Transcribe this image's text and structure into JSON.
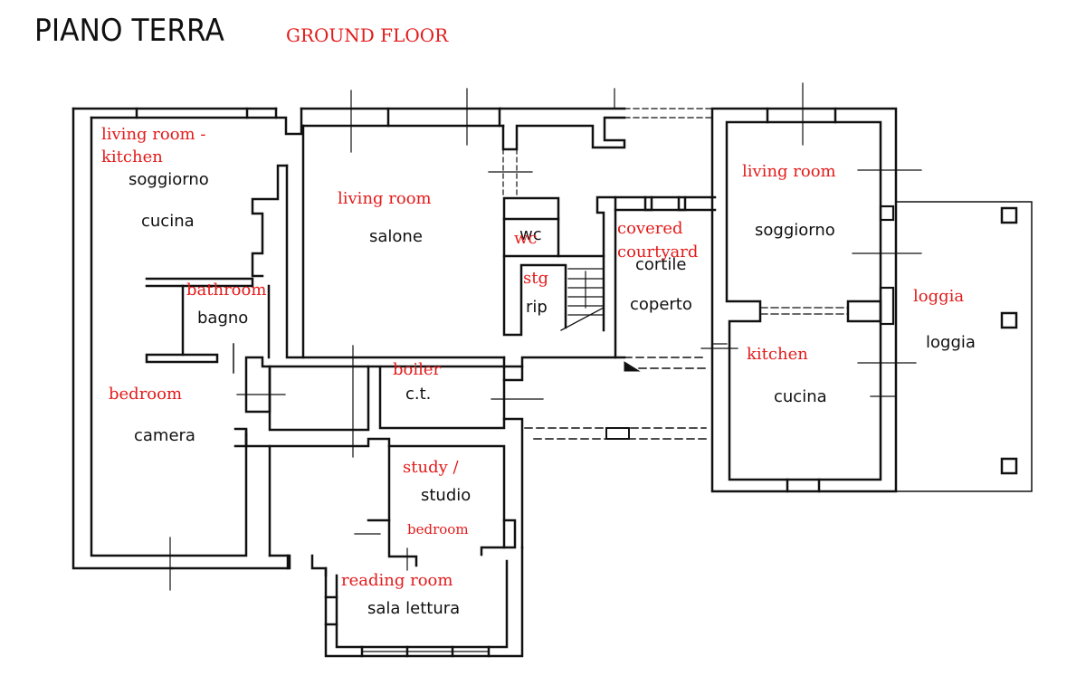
{
  "header": {
    "title": "PIANO TERRA",
    "subtitle": "GROUND FLOOR"
  },
  "colors": {
    "wall": "#111111",
    "italian_label": "#111111",
    "english_label": "#e31b1b",
    "background": "#ffffff"
  },
  "rooms": [
    {
      "id": "soggiorno-cucina",
      "italian": [
        "soggiorno",
        "cucina"
      ],
      "english": [
        "living room -",
        "kitchen"
      ]
    },
    {
      "id": "bagno",
      "italian": "bagno",
      "english": "bathroom"
    },
    {
      "id": "camera",
      "italian": "camera",
      "english": "bedroom"
    },
    {
      "id": "salone",
      "italian": "salone",
      "english": "living room"
    },
    {
      "id": "wc",
      "italian": "wc",
      "english": "wc"
    },
    {
      "id": "ripostiglio",
      "italian": "rip",
      "english": "stg"
    },
    {
      "id": "cortile-coperto",
      "italian": [
        "cortile",
        "coperto"
      ],
      "english": [
        "covered",
        "courtyard"
      ]
    },
    {
      "id": "centrale-termica",
      "italian": "c.t.",
      "english": "boiler"
    },
    {
      "id": "studio",
      "italian": "studio",
      "english": [
        "study /",
        "bedroom"
      ]
    },
    {
      "id": "sala-lettura",
      "italian": "sala lettura",
      "english": "reading room"
    },
    {
      "id": "soggiorno-east",
      "italian": "soggiorno",
      "english": "living room"
    },
    {
      "id": "cucina-east",
      "italian": "cucina",
      "english": "kitchen"
    },
    {
      "id": "loggia",
      "italian": "loggia",
      "english": "loggia"
    }
  ]
}
